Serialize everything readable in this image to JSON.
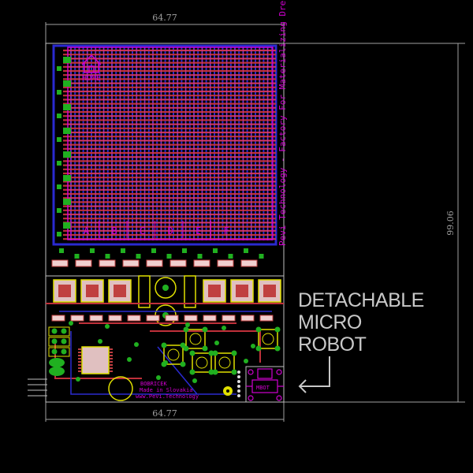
{
  "dimensions": {
    "top_width": "64.77",
    "bottom_width": "64.77",
    "right_height": "99.06"
  },
  "annotation": {
    "lines": [
      "DETACHABLE",
      "MICRO",
      "ROBOT"
    ]
  },
  "silkscreen": {
    "side_text": "Pevi Technology - Factory For Materializing Dreams",
    "home_label": "HOME",
    "row_labels": [
      "A",
      "B",
      "C",
      "D",
      "E",
      "F"
    ],
    "board_name": "BOBRICEK",
    "made_in": "Made in Slovakia",
    "website": "www.PeVi.Technology",
    "robot_label": "MBOT"
  },
  "colors": {
    "background": "#000000",
    "top_copper": "#c0303a",
    "bottom_copper": "#2a2ad0",
    "silkscreen": "#d000d0",
    "pads": "#20b020",
    "outline": "#c0c0c0",
    "dimension": "#a0a0a0",
    "component_outline": "#e0e000"
  }
}
